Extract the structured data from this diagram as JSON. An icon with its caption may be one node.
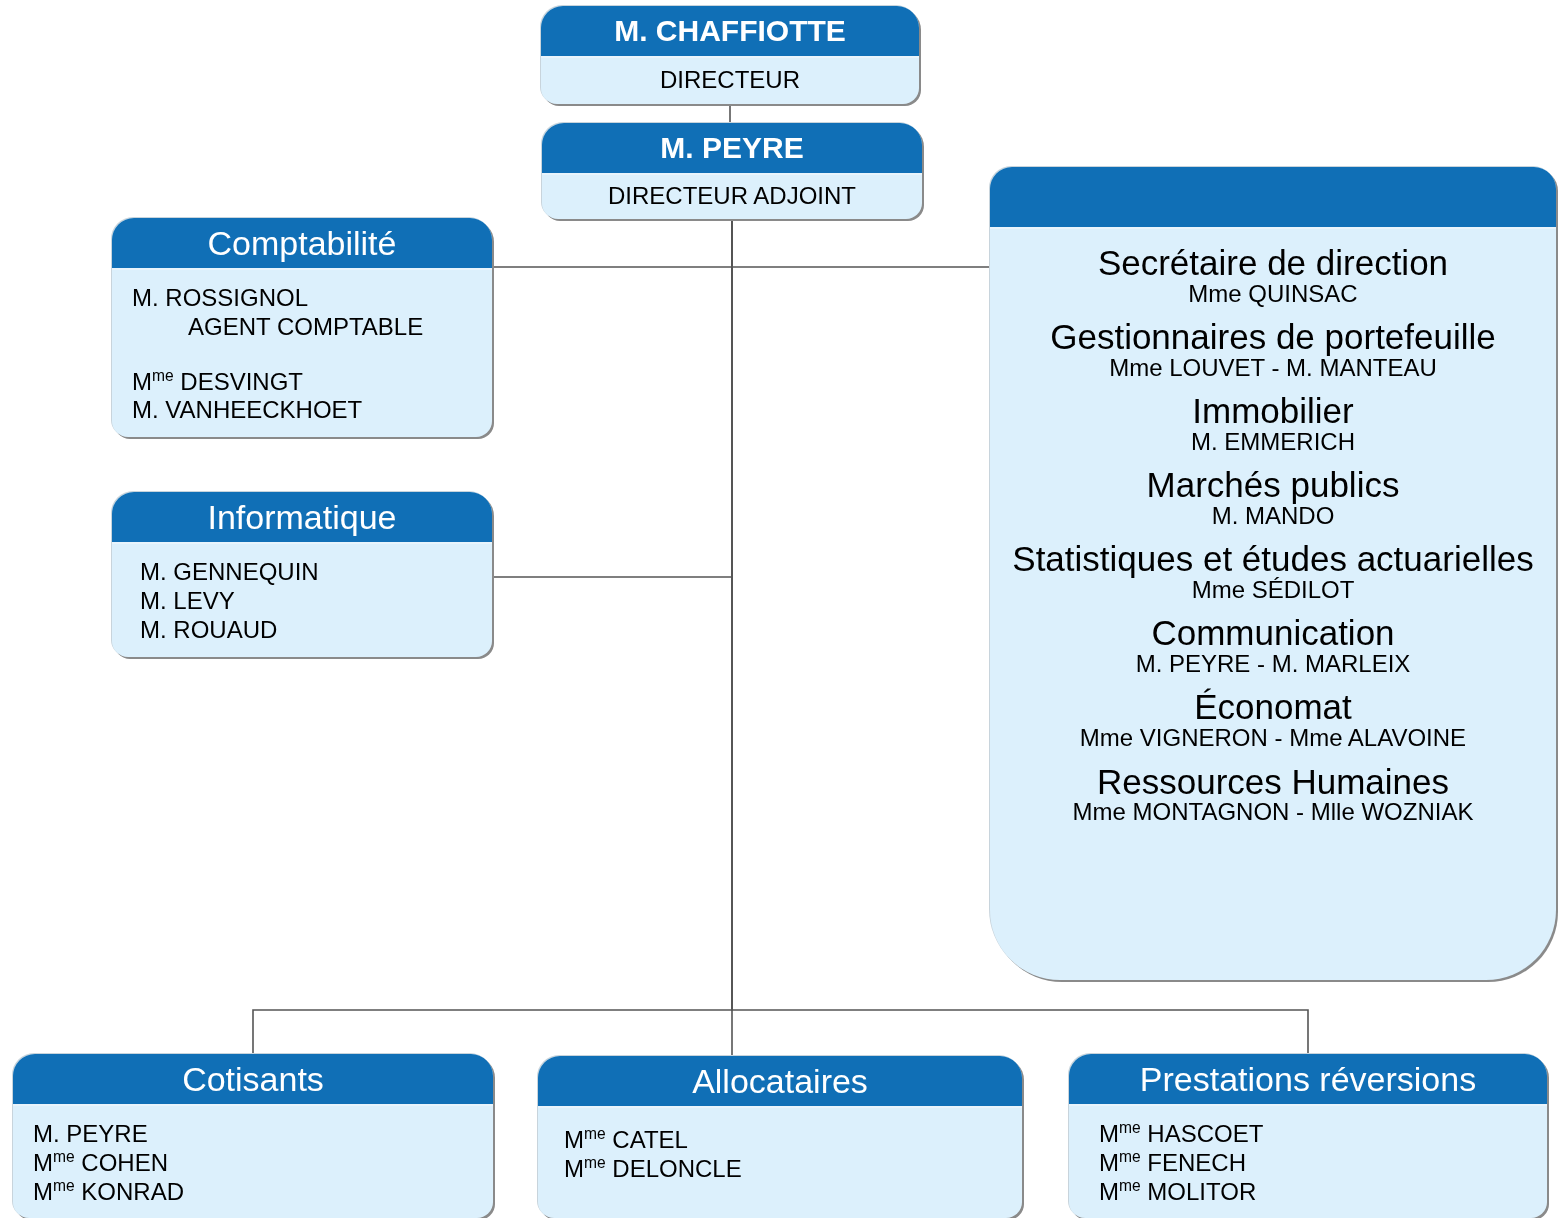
{
  "diagram": {
    "nodes": [
      {
        "text": [
          "M. CHAFFIOTTE",
          "DIRECTEUR"
        ]
      },
      {
        "text": [
          "M. PEYRE",
          "DIRECTEUR ADJOINT"
        ]
      },
      {
        "text": [
          "Comptabilité",
          "M. ROSSIGNOL",
          "AGENT COMPTABLE",
          "M$^{me}$ DESVINGT",
          "M. VANHEECKHOET"
        ]
      },
      {
        "text": [
          "Informatique",
          "M. GENNEQUIN",
          "M. LEVY",
          "M. ROUAUD"
        ]
      },
      {
        "text": [
          "Secrétaire de direction",
          "Mme QUINSAC",
          "Gestionnaires de portefeuille",
          "Mme LOUVET - M. MANTEAU",
          "Immobilier",
          "M. EMMERICH",
          "Marchés publics",
          "M. MANDO",
          "Statistiques et études actuarielles",
          "Mme SÉDILOT",
          "Communication",
          "M. PEYRE - M. MARLEIX",
          "Économat",
          "Mme VIGNERON - Mme ALAVOINE",
          "Ressources Humaines",
          "Mme MONTAGNON - Mlle WOZNIAK"
        ]
      },
      {
        "text": [
          "Cotisants",
          "M. PEYRE",
          "M$^{me}$ COHEN",
          "M$^{me}$ KONRAD"
        ]
      },
      {
        "text": [
          "Allocataires",
          "M$^{me}$ CATEL",
          "M$^{me}$ DELONCLE"
        ]
      },
      {
        "text": [
          "Prestations réversions",
          "M$^{me}$ HASCOET",
          "M$^{me}$ FENECH",
          "M$^{me}$ MOLITOR"
        ]
      }
    ],
    "edges": [
      {
        "from": 0,
        "to": 1,
        "arrow": "none"
      },
      {
        "from": 1,
        "to": 2,
        "arrow": "none"
      },
      {
        "from": 1,
        "to": 4,
        "arrow": "none"
      },
      {
        "from": 1,
        "to": 3,
        "arrow": "none"
      },
      {
        "from": 1,
        "to": 5,
        "arrow": "none"
      },
      {
        "from": 1,
        "to": 6,
        "arrow": "none"
      },
      {
        "from": 1,
        "to": 7,
        "arrow": "none"
      }
    ]
  }
}
